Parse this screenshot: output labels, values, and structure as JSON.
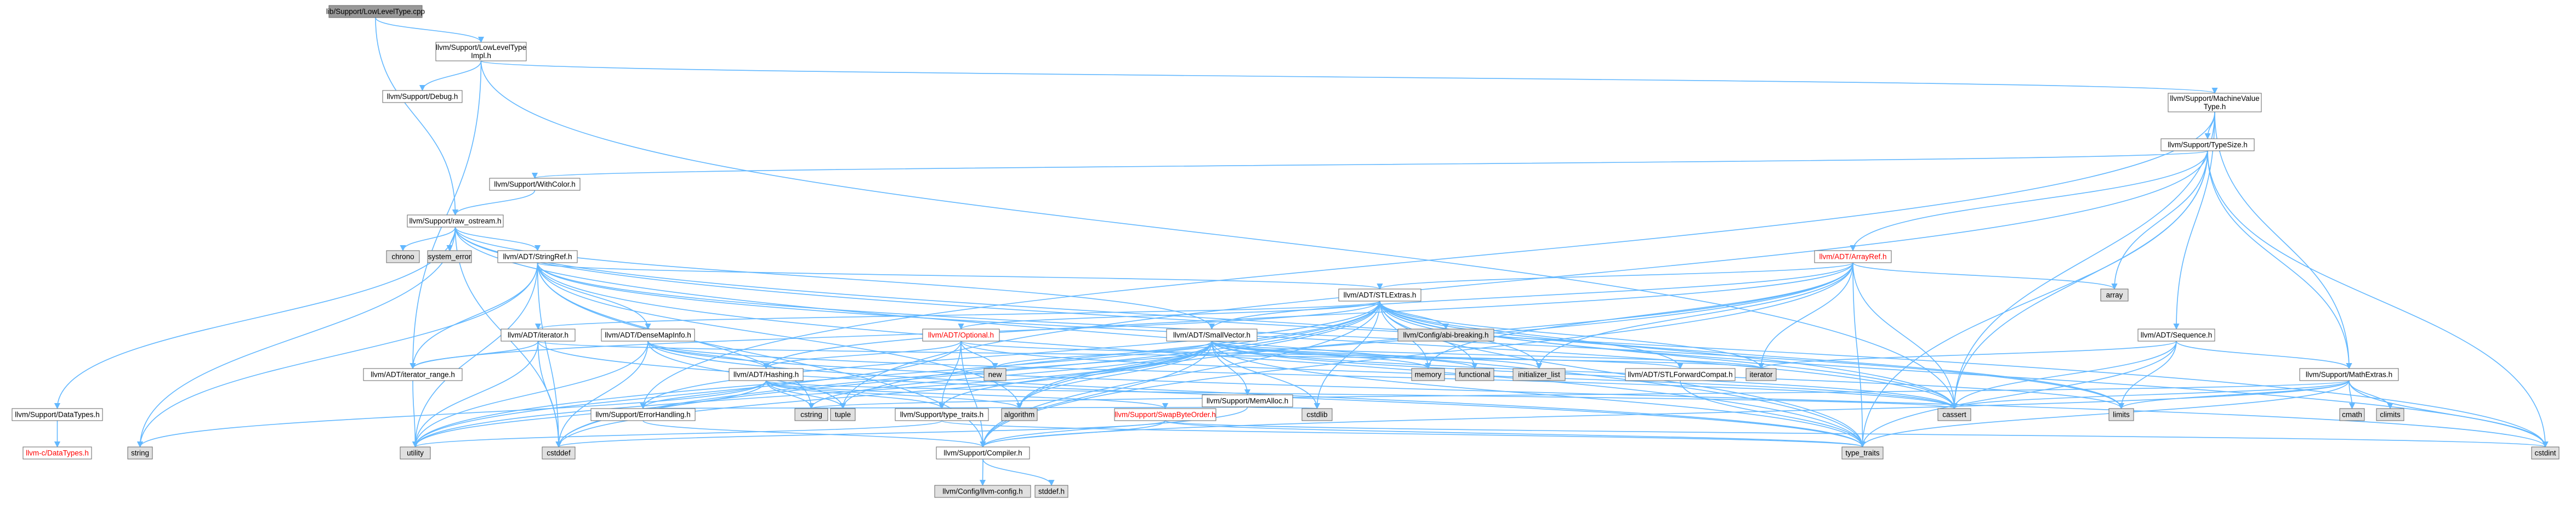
{
  "colors": {
    "edge": "#63b8ff",
    "node_border": "#666666",
    "root_fill": "#999999",
    "external_fill": "#e0e0e0",
    "red_text": "#ff0000"
  },
  "nodes": [
    {
      "id": "root",
      "label": "lib/Support/LowLevelType.cpp",
      "kind": "root"
    },
    {
      "id": "llt",
      "label": "llvm/Support/LowLevelType\nImpl.h",
      "kind": "header"
    },
    {
      "id": "debug",
      "label": "llvm/Support/Debug.h",
      "kind": "header"
    },
    {
      "id": "mvt",
      "label": "llvm/Support/MachineValue\nType.h",
      "kind": "header"
    },
    {
      "id": "typesize",
      "label": "llvm/Support/TypeSize.h",
      "kind": "header"
    },
    {
      "id": "withcolor",
      "label": "llvm/Support/WithColor.h",
      "kind": "header"
    },
    {
      "id": "rawostream",
      "label": "llvm/Support/raw_ostream.h",
      "kind": "header"
    },
    {
      "id": "chrono",
      "label": "chrono",
      "kind": "external"
    },
    {
      "id": "system_error",
      "label": "system_error",
      "kind": "external"
    },
    {
      "id": "stringref",
      "label": "llvm/ADT/StringRef.h",
      "kind": "header"
    },
    {
      "id": "arrayref",
      "label": "llvm/ADT/ArrayRef.h",
      "kind": "missing"
    },
    {
      "id": "array",
      "label": "array",
      "kind": "external"
    },
    {
      "id": "stlextras",
      "label": "llvm/ADT/STLExtras.h",
      "kind": "header"
    },
    {
      "id": "configbreak",
      "label": "llvm/Config/abi-breaking.h",
      "kind": "external"
    },
    {
      "id": "iterator",
      "label": "llvm/ADT/iterator.h",
      "kind": "header"
    },
    {
      "id": "densemapinfo",
      "label": "llvm/ADT/DenseMapInfo.h",
      "kind": "header"
    },
    {
      "id": "optional",
      "label": "llvm/ADT/Optional.h",
      "kind": "missing"
    },
    {
      "id": "smallvector",
      "label": "llvm/ADT/SmallVector.h",
      "kind": "header"
    },
    {
      "id": "sequence",
      "label": "llvm/ADT/Sequence.h",
      "kind": "header"
    },
    {
      "id": "iterrange",
      "label": "llvm/ADT/iterator_range.h",
      "kind": "header"
    },
    {
      "id": "hashing",
      "label": "llvm/ADT/Hashing.h",
      "kind": "header"
    },
    {
      "id": "new",
      "label": "new",
      "kind": "external"
    },
    {
      "id": "memalloc",
      "label": "llvm/Support/MemAlloc.h",
      "kind": "header"
    },
    {
      "id": "memory",
      "label": "memory",
      "kind": "external"
    },
    {
      "id": "functional",
      "label": "functional",
      "kind": "external"
    },
    {
      "id": "initlist",
      "label": "initializer_list",
      "kind": "external"
    },
    {
      "id": "stlfwd",
      "label": "llvm/ADT/STLForwardCompat.h",
      "kind": "header"
    },
    {
      "id": "iteratorstd",
      "label": "iterator",
      "kind": "external"
    },
    {
      "id": "mathextras",
      "label": "llvm/Support/MathExtras.h",
      "kind": "header"
    },
    {
      "id": "datatypes",
      "label": "llvm/Support/DataTypes.h",
      "kind": "header"
    },
    {
      "id": "cdatatypes",
      "label": "llvm-c/DataTypes.h",
      "kind": "missing"
    },
    {
      "id": "errorhandling",
      "label": "llvm/Support/ErrorHandling.h",
      "kind": "header"
    },
    {
      "id": "cstring",
      "label": "cstring",
      "kind": "external"
    },
    {
      "id": "tuple",
      "label": "tuple",
      "kind": "external"
    },
    {
      "id": "typetraitsllvm",
      "label": "llvm/Support/type_traits.h",
      "kind": "header"
    },
    {
      "id": "algorithm",
      "label": "algorithm",
      "kind": "external"
    },
    {
      "id": "swapbyteorder",
      "label": "llvm/Support/SwapByteOrder.h",
      "kind": "missing"
    },
    {
      "id": "cstdlib",
      "label": "cstdlib",
      "kind": "external"
    },
    {
      "id": "cassert",
      "label": "cassert",
      "kind": "external"
    },
    {
      "id": "limits",
      "label": "limits",
      "kind": "external"
    },
    {
      "id": "cmath",
      "label": "cmath",
      "kind": "external"
    },
    {
      "id": "climits",
      "label": "climits",
      "kind": "external"
    },
    {
      "id": "string",
      "label": "string",
      "kind": "external"
    },
    {
      "id": "utility",
      "label": "utility",
      "kind": "external"
    },
    {
      "id": "cstddef",
      "label": "cstddef",
      "kind": "external"
    },
    {
      "id": "compiler",
      "label": "llvm/Support/Compiler.h",
      "kind": "header"
    },
    {
      "id": "typetraits",
      "label": "type_traits",
      "kind": "external"
    },
    {
      "id": "cstdint",
      "label": "cstdint",
      "kind": "external"
    },
    {
      "id": "llvmconfig",
      "label": "llvm/Config/llvm-config.h",
      "kind": "external"
    },
    {
      "id": "stddef",
      "label": "stddef.h",
      "kind": "external"
    }
  ],
  "edges": [
    [
      "root",
      "llt"
    ],
    [
      "root",
      "rawostream"
    ],
    [
      "llt",
      "debug"
    ],
    [
      "llt",
      "mvt"
    ],
    [
      "llt",
      "cassert"
    ],
    [
      "llt",
      "iterrange"
    ],
    [
      "mvt",
      "typesize"
    ],
    [
      "mvt",
      "sequence"
    ],
    [
      "mvt",
      "mathextras"
    ],
    [
      "mvt",
      "errorhandling"
    ],
    [
      "mvt",
      "cassert"
    ],
    [
      "typesize",
      "withcolor"
    ],
    [
      "typesize",
      "arrayref"
    ],
    [
      "typesize",
      "mathextras"
    ],
    [
      "typesize",
      "array"
    ],
    [
      "typesize",
      "cassert"
    ],
    [
      "typesize",
      "cstdint"
    ],
    [
      "typesize",
      "typetraits"
    ],
    [
      "typesize",
      "tuple"
    ],
    [
      "withcolor",
      "rawostream"
    ],
    [
      "rawostream",
      "chrono"
    ],
    [
      "rawostream",
      "system_error"
    ],
    [
      "rawostream",
      "stringref"
    ],
    [
      "rawostream",
      "datatypes"
    ],
    [
      "rawostream",
      "cassert"
    ],
    [
      "rawostream",
      "cstddef"
    ],
    [
      "rawostream",
      "cstdint"
    ],
    [
      "rawostream",
      "string"
    ],
    [
      "rawostream",
      "typetraits"
    ],
    [
      "rawostream",
      "smallvector"
    ],
    [
      "stringref",
      "densemapinfo"
    ],
    [
      "stringref",
      "stlextras"
    ],
    [
      "stringref",
      "iterrange"
    ],
    [
      "stringref",
      "compiler"
    ],
    [
      "stringref",
      "algorithm"
    ],
    [
      "stringref",
      "cassert"
    ],
    [
      "stringref",
      "cstddef"
    ],
    [
      "stringref",
      "cstring"
    ],
    [
      "stringref",
      "limits"
    ],
    [
      "stringref",
      "string"
    ],
    [
      "stringref",
      "typetraits"
    ],
    [
      "stringref",
      "utility"
    ],
    [
      "arrayref",
      "hashing"
    ],
    [
      "arrayref",
      "smallvector"
    ],
    [
      "arrayref",
      "stlextras"
    ],
    [
      "arrayref",
      "compiler"
    ],
    [
      "arrayref",
      "algorithm"
    ],
    [
      "arrayref",
      "array"
    ],
    [
      "arrayref",
      "cassert"
    ],
    [
      "arrayref",
      "cstddef"
    ],
    [
      "arrayref",
      "initlist"
    ],
    [
      "arrayref",
      "iteratorstd"
    ],
    [
      "arrayref",
      "memory"
    ],
    [
      "arrayref",
      "typetraits"
    ],
    [
      "arrayref",
      "vector"
    ],
    [
      "stlextras",
      "configbreak"
    ],
    [
      "stlextras",
      "optional"
    ],
    [
      "stlextras",
      "stlfwd"
    ],
    [
      "stlextras",
      "iterator"
    ],
    [
      "stlextras",
      "iterrange"
    ],
    [
      "stlextras",
      "compiler"
    ],
    [
      "stlextras",
      "errorhandling"
    ],
    [
      "stlextras",
      "algorithm"
    ],
    [
      "stlextras",
      "cassert"
    ],
    [
      "stlextras",
      "cstddef"
    ],
    [
      "stlextras",
      "cstdint"
    ],
    [
      "stlextras",
      "cstdlib"
    ],
    [
      "stlextras",
      "functional"
    ],
    [
      "stlextras",
      "initlist"
    ],
    [
      "stlextras",
      "iteratorstd"
    ],
    [
      "stlextras",
      "limits"
    ],
    [
      "stlextras",
      "memory"
    ],
    [
      "stlextras",
      "tuple"
    ],
    [
      "stlextras",
      "typetraits"
    ],
    [
      "stlextras",
      "utility"
    ],
    [
      "iterator",
      "iterrange"
    ],
    [
      "iterator",
      "cstddef"
    ],
    [
      "iterator",
      "iteratorstd"
    ],
    [
      "iterator",
      "typetraits"
    ],
    [
      "iterator",
      "utility"
    ],
    [
      "densemapinfo",
      "hashing"
    ],
    [
      "densemapinfo",
      "cassert"
    ],
    [
      "densemapinfo",
      "cstddef"
    ],
    [
      "densemapinfo",
      "cstdint"
    ],
    [
      "densemapinfo",
      "tuple"
    ],
    [
      "densemapinfo",
      "typetraits"
    ],
    [
      "densemapinfo",
      "utility"
    ],
    [
      "optional",
      "hashing"
    ],
    [
      "optional",
      "stlfwd"
    ],
    [
      "optional",
      "compiler"
    ],
    [
      "optional",
      "typetraitsllvm"
    ],
    [
      "optional",
      "cassert"
    ],
    [
      "optional",
      "new"
    ],
    [
      "optional",
      "utility"
    ],
    [
      "smallvector",
      "memalloc"
    ],
    [
      "smallvector",
      "typetraitsllvm"
    ],
    [
      "smallvector",
      "compiler"
    ],
    [
      "smallvector",
      "algorithm"
    ],
    [
      "smallvector",
      "cassert"
    ],
    [
      "smallvector",
      "cstddef"
    ],
    [
      "smallvector",
      "cstdlib"
    ],
    [
      "smallvector",
      "cstring"
    ],
    [
      "smallvector",
      "functional"
    ],
    [
      "smallvector",
      "initlist"
    ],
    [
      "smallvector",
      "iteratorstd"
    ],
    [
      "smallvector",
      "limits"
    ],
    [
      "smallvector",
      "memory"
    ],
    [
      "smallvector",
      "new"
    ],
    [
      "smallvector",
      "typetraits"
    ],
    [
      "smallvector",
      "utility"
    ],
    [
      "sequence",
      "mathextras"
    ],
    [
      "sequence",
      "cassert"
    ],
    [
      "sequence",
      "iteratorstd"
    ],
    [
      "sequence",
      "limits"
    ],
    [
      "sequence",
      "typetraits"
    ],
    [
      "iterrange",
      "utility"
    ],
    [
      "hashing",
      "errorhandling"
    ],
    [
      "hashing",
      "swapbyteorder"
    ],
    [
      "hashing",
      "typetraitsllvm"
    ],
    [
      "hashing",
      "algorithm"
    ],
    [
      "hashing",
      "cassert"
    ],
    [
      "hashing",
      "cstring"
    ],
    [
      "hashing",
      "string"
    ],
    [
      "hashing",
      "tuple"
    ],
    [
      "hashing",
      "utility"
    ],
    [
      "memalloc",
      "compiler"
    ],
    [
      "memalloc",
      "errorhandling"
    ],
    [
      "memalloc",
      "cstdlib"
    ],
    [
      "stlfwd",
      "typetraits"
    ],
    [
      "mathextras",
      "compiler"
    ],
    [
      "mathextras",
      "cassert"
    ],
    [
      "mathextras",
      "climits"
    ],
    [
      "mathextras",
      "cmath"
    ],
    [
      "mathextras",
      "cstdint"
    ],
    [
      "mathextras",
      "cstring"
    ],
    [
      "mathextras",
      "limits"
    ],
    [
      "mathextras",
      "typetraits"
    ],
    [
      "datatypes",
      "cdatatypes"
    ],
    [
      "errorhandling",
      "compiler"
    ],
    [
      "typetraitsllvm",
      "typetraits"
    ],
    [
      "typetraitsllvm",
      "utility"
    ],
    [
      "swapbyteorder",
      "compiler"
    ],
    [
      "swapbyteorder",
      "cstddef"
    ],
    [
      "swapbyteorder",
      "cstdint"
    ],
    [
      "swapbyteorder",
      "typetraits"
    ],
    [
      "compiler",
      "llvmconfig"
    ],
    [
      "compiler",
      "stddef"
    ]
  ]
}
